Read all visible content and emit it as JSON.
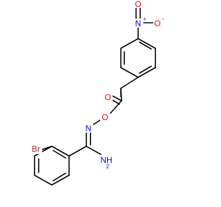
{
  "colors": {
    "background": "#ffffff",
    "bond": "#000000",
    "nitrogen": "#0000ff",
    "oxygen": "#ff0000",
    "bromine": "#a52a2a"
  },
  "atoms": {
    "nitro_n": {
      "text": "N",
      "charge": "+",
      "element": "nitrogen"
    },
    "nitro_o_top": {
      "text": "O",
      "element": "oxygen"
    },
    "nitro_o_right": {
      "text": "O",
      "charge": "−",
      "element": "oxygen"
    },
    "carbonyl_o": {
      "text": "O",
      "element": "oxygen"
    },
    "ester_o": {
      "text": "O",
      "element": "oxygen"
    },
    "oxime_n": {
      "text": "N",
      "element": "nitrogen"
    },
    "amine": {
      "text": "NH",
      "subscript": "2",
      "element": "nitrogen"
    },
    "bromine": {
      "text": "Br",
      "element": "bromine"
    }
  }
}
